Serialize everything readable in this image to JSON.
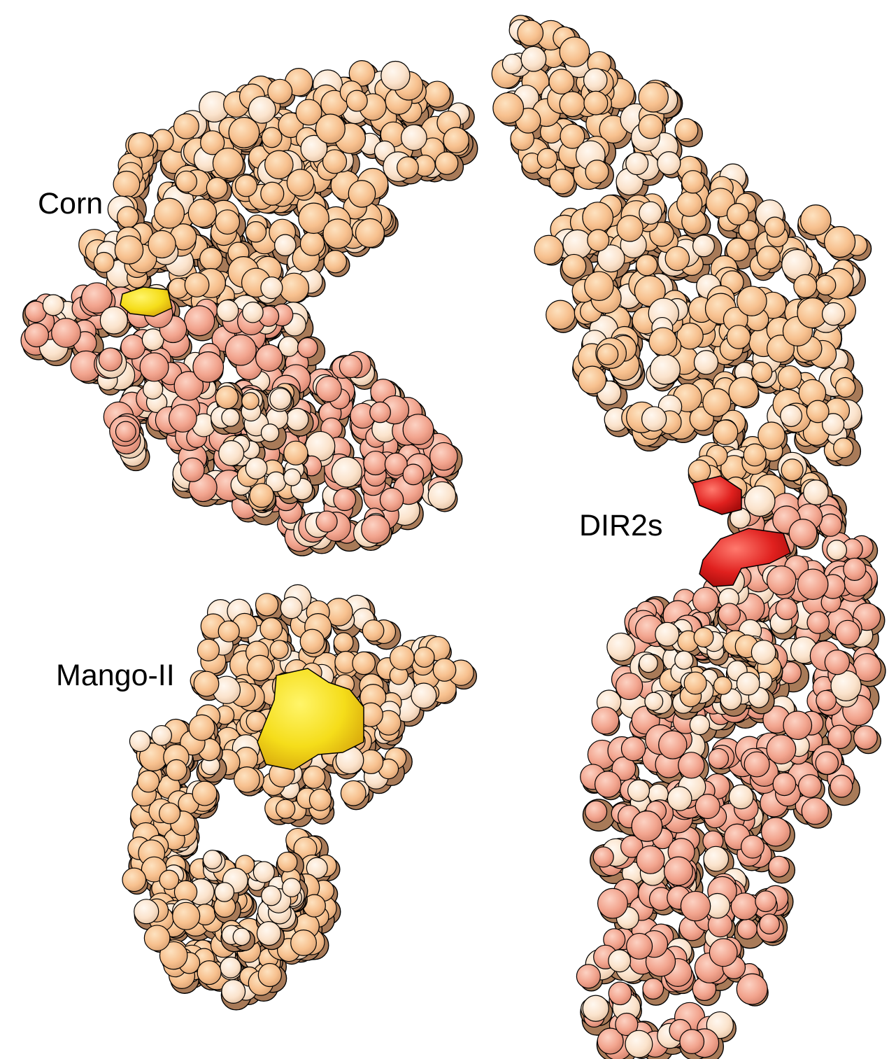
{
  "labels": {
    "corn": "Corn",
    "mango": "Mango-II",
    "dir2s": "DIR2s"
  },
  "colors": {
    "background": "#ffffff",
    "rna_peach": "#f7c08e",
    "rna_light": "#fbe8d6",
    "rna_salmon": "#f2a48e",
    "rna_shadow": "#b98a66",
    "fluorophore_yellow": "#f5dd1a",
    "fluorophore_red": "#e0201e",
    "outline": "#000000"
  },
  "structures": [
    {
      "name": "corn-rna",
      "ligand_color": "fluorophore_yellow"
    },
    {
      "name": "mango-ii-rna",
      "ligand_color": "fluorophore_yellow"
    },
    {
      "name": "dir2s-rna",
      "ligand_color": "fluorophore_red"
    }
  ]
}
